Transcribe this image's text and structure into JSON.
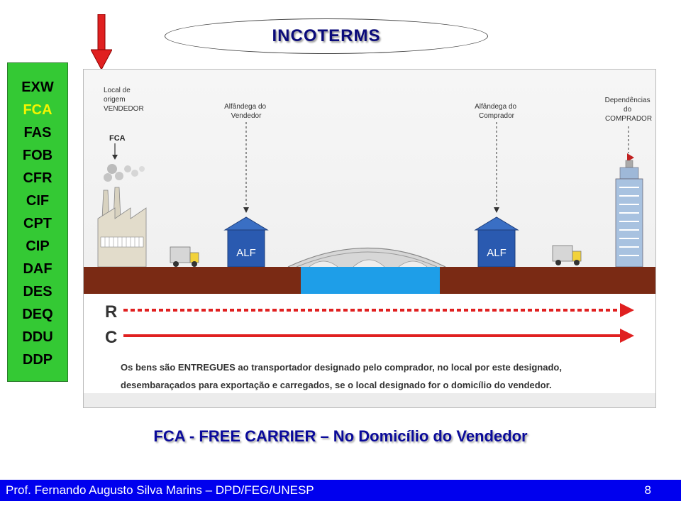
{
  "title": "INCOTERMS",
  "terms": [
    "EXW",
    "FCA",
    "FAS",
    "FOB",
    "CFR",
    "CIF",
    "CPT",
    "CIP",
    "DAF",
    "DES",
    "DEQ",
    "DDU",
    "DDP"
  ],
  "active_term": "FCA",
  "diagram": {
    "seller_place": [
      "Local de",
      "origem",
      "VENDEDOR"
    ],
    "fca_tag": "FCA",
    "seller_customs": [
      "Alfândega do",
      "Vendedor"
    ],
    "buyer_customs": [
      "Alfândega do",
      "Comprador"
    ],
    "buyer_place": [
      "Dependências",
      "do",
      "COMPRADOR"
    ],
    "customs_label": "ALF",
    "risk_letter": "R",
    "cost_letter": "C",
    "description": [
      "Os bens são ENTREGUES ao transportador designado pelo comprador, no local por este designado,",
      "desembaraçados para exportação e carregados, se o local designado for o domicílio do vendedor."
    ]
  },
  "caption": "FCA - FREE CARRIER  – No Domicílio do Vendedor",
  "footer": {
    "author": "Prof. Fernando Augusto Silva Marins – DPD/FEG/UNESP",
    "page": "8"
  },
  "colors": {
    "accent": "#0000ee",
    "list_bg": "#34c934",
    "active_term": "#f5f500",
    "arrow_red": "#e02020",
    "road": "#7a2a14",
    "water": "#1e9ee8",
    "customs_blue": "#2a5ab0"
  }
}
